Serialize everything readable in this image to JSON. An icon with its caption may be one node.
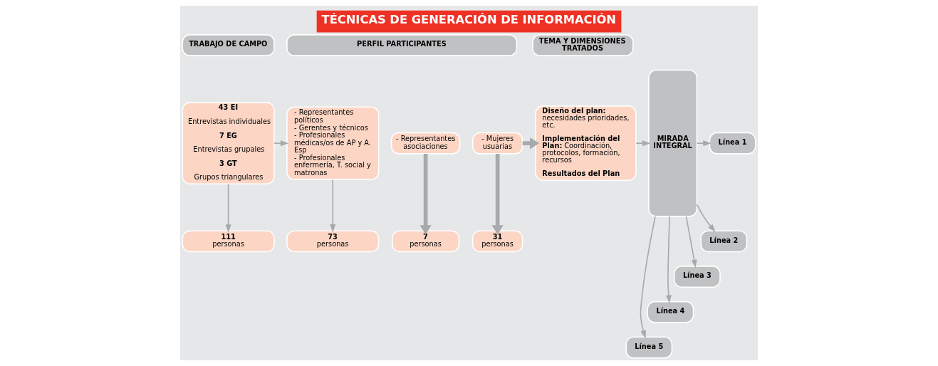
{
  "diagram": {
    "title": "TÉCNICAS DE GENERACIÓN DE INFORMACIÓN",
    "nodes": [
      {
        "text": [
          "TRABAJO DE CAMPO"
        ]
      },
      {
        "text": [
          "PERFIL PARTICIPANTES"
        ]
      },
      {
        "text": [
          "TEMA Y DIMENSIONES TRATADOS"
        ]
      },
      {
        "text": [
          "43 EI",
          "Entrevistas individuales",
          "7 EG",
          "Entrevistas grupales",
          "3 GT",
          "Grupos triangulares"
        ]
      },
      {
        "text": [
          "- Representantes políticos",
          "- Gerentes y técnicos",
          "- Profesionales médicas/os de AP y A. Esp",
          "- Profesionales enfermería, T. social y matronas"
        ]
      },
      {
        "text": [
          "- Representantes asociaciones"
        ]
      },
      {
        "text": [
          "- Mujeres usuarias"
        ]
      },
      {
        "text": [
          "**Diseño del plan:** necesidades prioridades, etc.",
          "**Implementación del Plan:** Coordinación, protocolos, formación, recursos",
          "Resultados del Plan"
        ]
      },
      {
        "text": [
          "MIRADA INTEGRAL"
        ]
      },
      {
        "text": [
          "Línea 1"
        ]
      },
      {
        "text": [
          "Línea 2"
        ]
      },
      {
        "text": [
          "Línea 3"
        ]
      },
      {
        "text": [
          "Línea 4"
        ]
      },
      {
        "text": [
          "Línea 5"
        ]
      },
      {
        "text": [
          "111",
          "personas"
        ]
      },
      {
        "text": [
          "73",
          "personas"
        ]
      },
      {
        "text": [
          "7",
          "personas"
        ]
      },
      {
        "text": [
          "31",
          "personas"
        ]
      }
    ],
    "edges": [
      {
        "from": 3,
        "to": 4,
        "arrow": "to"
      },
      {
        "from": 3,
        "to": 14,
        "arrow": "to"
      },
      {
        "from": 4,
        "to": 15,
        "arrow": "to"
      },
      {
        "from": 5,
        "to": 16,
        "arrow": "to",
        "style": "thick"
      },
      {
        "from": 6,
        "to": 17,
        "arrow": "to",
        "style": "thick"
      },
      {
        "from": 6,
        "to": 7,
        "arrow": "to",
        "style": "thick"
      },
      {
        "from": 7,
        "to": 8,
        "arrow": "to"
      },
      {
        "from": 8,
        "to": 9,
        "arrow": "to"
      },
      {
        "from": 8,
        "to": 10,
        "arrow": "to"
      },
      {
        "from": 8,
        "to": 11,
        "arrow": "to"
      },
      {
        "from": 8,
        "to": 12,
        "arrow": "to"
      },
      {
        "from": 8,
        "to": 13,
        "arrow": "to"
      }
    ]
  }
}
